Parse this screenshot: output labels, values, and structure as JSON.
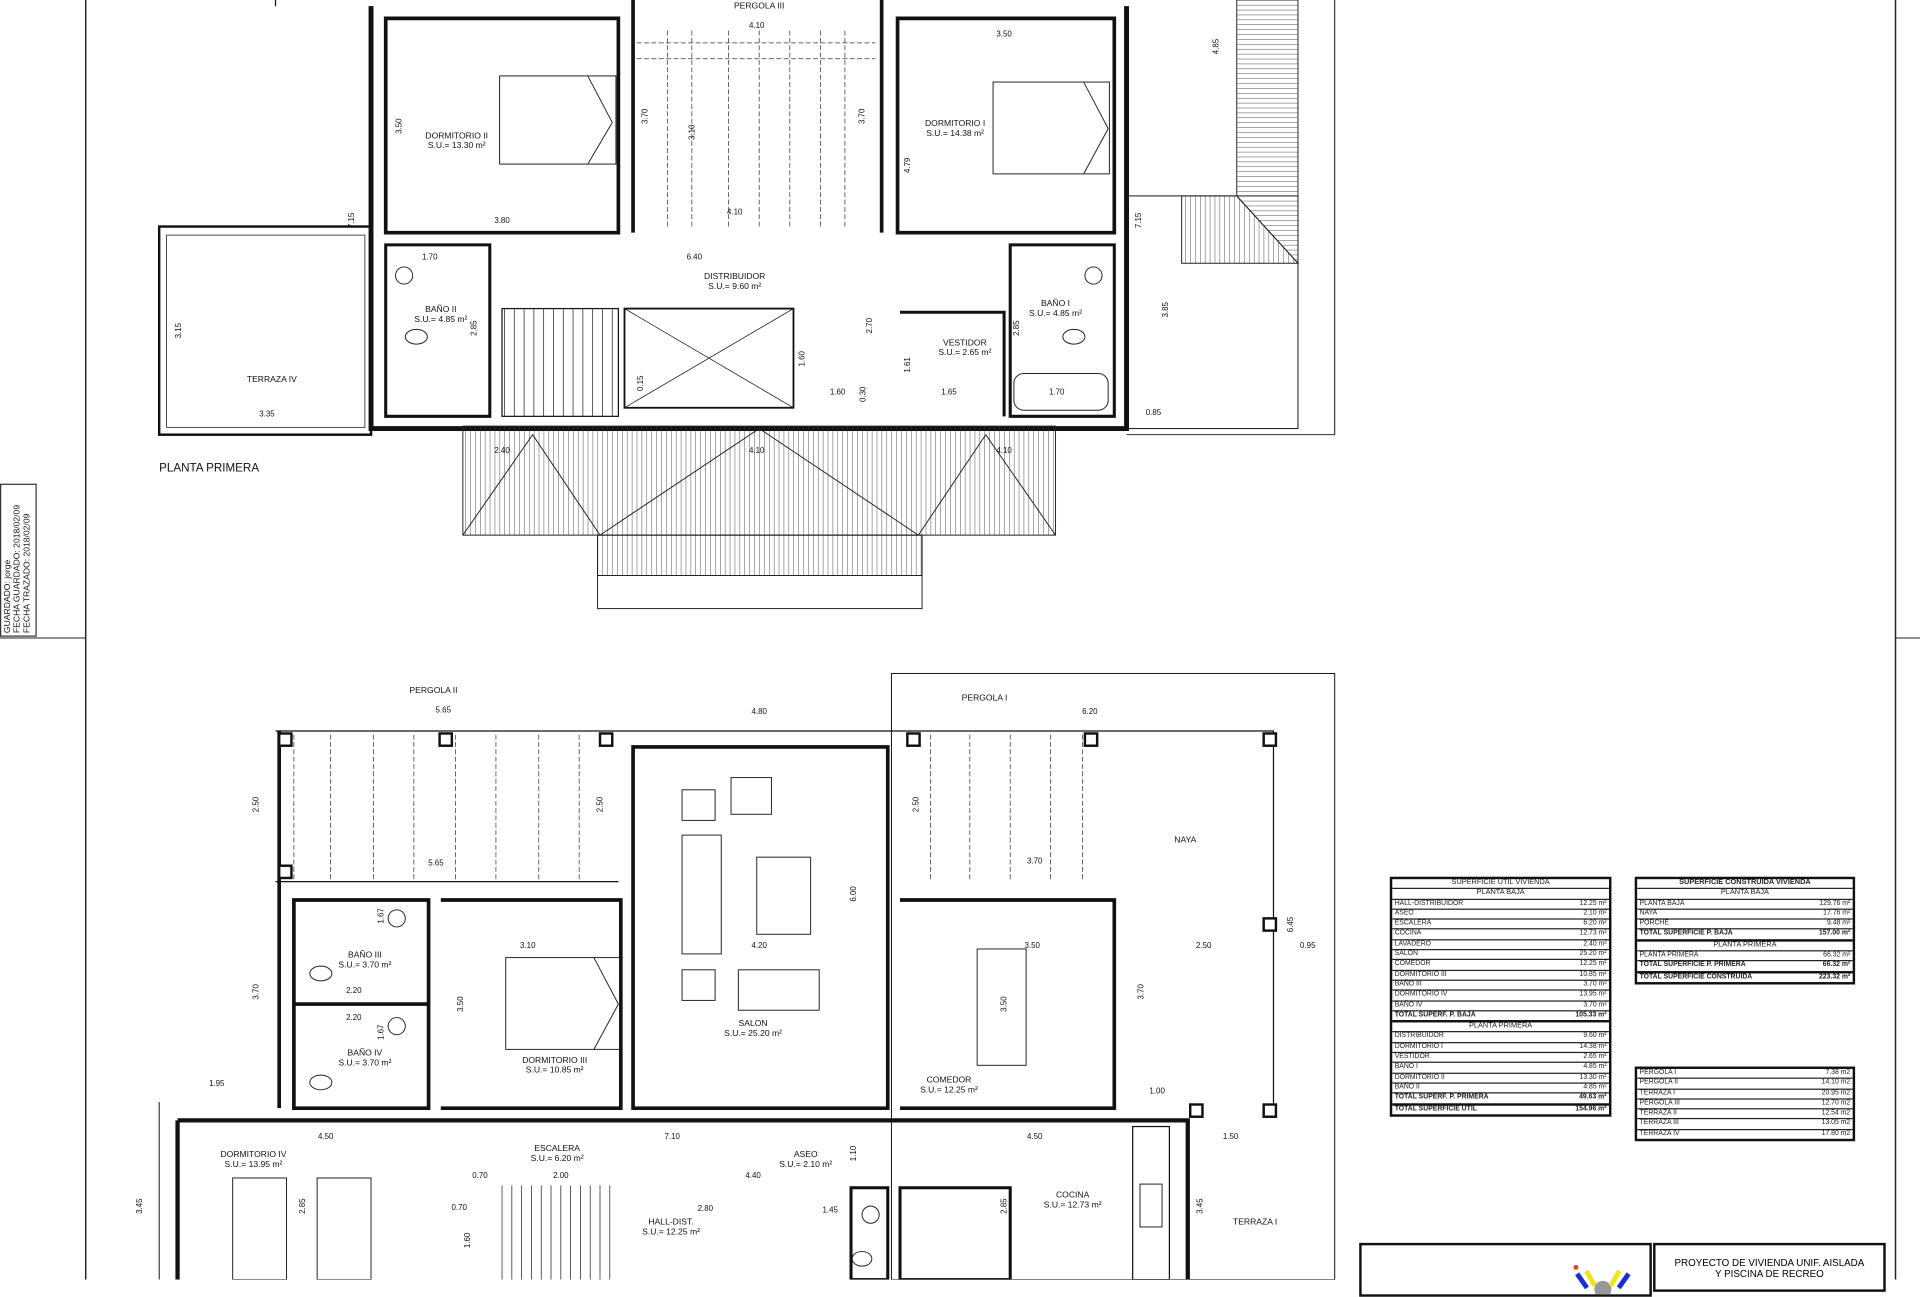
{
  "sheet_stamp": {
    "lines": [
      "GUARDADO:",
      "FECHA GUARDADO:  2018/02/09",
      "FECHA TRAZADO:  2018/02/09"
    ],
    "user": "jorge"
  },
  "upper_plan": {
    "title": "PLANTA PRIMERA",
    "rooms": [
      {
        "name": "PERGOLA III",
        "area": ""
      },
      {
        "name": "DORMITORIO II",
        "area": "S.U.=  13.30  m²"
      },
      {
        "name": "DORMITORIO I",
        "area": "S.U.=  14.38  m²"
      },
      {
        "name": "DISTRIBUIDOR",
        "area": "S.U.=  9.60  m²"
      },
      {
        "name": "BAÑO II",
        "area": "S.U.=  4.85  m²"
      },
      {
        "name": "BAÑO I",
        "area": "S.U.=  4.85  m²"
      },
      {
        "name": "VESTIDOR",
        "area": "S.U.=  2.65  m²"
      },
      {
        "name": "TERRAZA IV",
        "area": ""
      }
    ],
    "dimensions": [
      "4.10",
      "3.50",
      "3.70",
      "3.10",
      "3.70",
      "3.50",
      "4.79",
      "4.10",
      "3.80",
      "1.70",
      "6.40",
      "7.15",
      "2.85",
      "2.70",
      "1.60",
      "1.61",
      "2.85",
      "1.60",
      "1.65",
      "1.70",
      "0.15",
      "0.30",
      "3.15",
      "3.35",
      "7.15",
      "3.85",
      "0.85",
      "4.85",
      "2.40",
      "4.10",
      "4.10"
    ]
  },
  "lower_plan": {
    "rooms": [
      {
        "name": "PERGOLA II",
        "area": ""
      },
      {
        "name": "PERGOLA I",
        "area": ""
      },
      {
        "name": "NAYA",
        "area": ""
      },
      {
        "name": "SALON",
        "area": "S.U.=  25.20  m²"
      },
      {
        "name": "BAÑO III",
        "area": "S.U.=  3.70  m²"
      },
      {
        "name": "BAÑO IV",
        "area": "S.U.=  3.70  m²"
      },
      {
        "name": "DORMITORIO III",
        "area": "S.U.=  10.85  m²"
      },
      {
        "name": "COMEDOR",
        "area": "S.U.=  12.25  m²"
      },
      {
        "name": "DORMITORIO IV",
        "area": "S.U.=  13.95  m²"
      },
      {
        "name": "ESCALERA",
        "area": "S.U.=  6.20  m²"
      },
      {
        "name": "ASEO",
        "area": "S.U.=  2.10  m²"
      },
      {
        "name": "HALL-DIST.",
        "area": "S.U.=  12.25  m²"
      },
      {
        "name": "COCINA",
        "area": "S.U.=  12.73  m²"
      },
      {
        "name": "TERRAZA I",
        "area": ""
      }
    ],
    "dimensions": [
      "5.65",
      "4.80",
      "6.20",
      "2.50",
      "2.50",
      "2.50",
      "5.65",
      "3.70",
      "6.00",
      "4.20",
      "3.10",
      "3.50",
      "2.50",
      "6.45",
      "0.95",
      "3.70",
      "3.50",
      "3.50",
      "3.70",
      "1.95",
      "4.50",
      "7.10",
      "4.50",
      "1.50",
      "1.00",
      "0.70",
      "2.00",
      "4.40",
      "2.80",
      "1.45",
      "1.10",
      "3.45",
      "2.85",
      "2.85",
      "3.45",
      "0.70",
      "1.60",
      "2.20",
      "2.20",
      "1.67",
      "1.67"
    ]
  },
  "superficie_util": {
    "title": "SUPERFICIE UTIL VIVIENDA",
    "planta_baja": {
      "heading": "PLANTA BAJA",
      "rows": [
        [
          "HALL-DISTRIBUIDOR",
          "12.25 m²"
        ],
        [
          "ASEO",
          "2.10 m²"
        ],
        [
          "ESCALERA",
          "6.20 m²"
        ],
        [
          "COCINA",
          "12.73 m²"
        ],
        [
          "LAVADERO",
          "2.40 m²"
        ],
        [
          "SALON",
          "25.20 m²"
        ],
        [
          "COMEDOR",
          "12.25 m²"
        ],
        [
          "DORMITORIO III",
          "10.85 m²"
        ],
        [
          "BAÑO III",
          "3.70 m²"
        ],
        [
          "DORMITORIO IV",
          "13.95 m²"
        ],
        [
          "BAÑO IV",
          "3.70 m²"
        ]
      ],
      "total": [
        "TOTAL SUPERF. P. BAJA",
        "105.33 m²"
      ]
    },
    "planta_primera": {
      "heading": "PLANTA PRIMERA",
      "rows": [
        [
          "DISTRIBUIDOR",
          "9.60 m²"
        ],
        [
          "DORMITORIO I",
          "14.38 m²"
        ],
        [
          "VESTIDOR",
          "2.65 m²"
        ],
        [
          "BAÑO I",
          "4.85 m²"
        ],
        [
          "DORMITORIO II",
          "13.30 m²"
        ],
        [
          "BAÑO II",
          "4.85 m²"
        ]
      ],
      "total": [
        "TOTAL SUPERF. P. PRIMERA",
        "49.63 m²"
      ]
    },
    "grand_total": [
      "TOTAL SUPERFICIE UTIL",
      "154.96 m²"
    ]
  },
  "superficie_construida": {
    "title": "SUPERFICIE CONSTRUIDA VIVIENDA",
    "planta_baja": {
      "heading": "PLANTA BAJA",
      "rows": [
        [
          "PLANTA BAJA",
          "129.76 m²"
        ],
        [
          "NAYA",
          "17.76 m²"
        ],
        [
          "PORCHE",
          "9.48 m²"
        ]
      ],
      "total": [
        "TOTAL SUPERFICIE P. BAJA",
        "157.00 m²"
      ]
    },
    "planta_primera": {
      "heading": "PLANTA PRIMERA",
      "rows": [
        [
          "PLANTA PRIMERA",
          "66.32 m²"
        ]
      ],
      "total": [
        "TOTAL SUPERFICIE P. PRIMERA",
        "66.32 m²"
      ]
    },
    "grand_total": [
      "TOTAL SUPERFICIE CONSTRUIDA",
      "223.32 m²"
    ]
  },
  "exterior_areas": [
    [
      "PERGOLA I",
      "7.38 m2"
    ],
    [
      "PERGOLA II",
      "14.10 m2"
    ],
    [
      "TERRAZA I",
      "20.95 m2"
    ],
    [
      "PERGOLA III",
      "12.70 m2"
    ],
    [
      "TERRAZA II",
      "12.54 m2"
    ],
    [
      "TERRAZA III",
      "13.05 m2"
    ],
    [
      "TERRAZA IV",
      "17.80 m2"
    ]
  ],
  "title_block": {
    "line1": "PROYECTO DE VIVIENDA UNIF. AISLADA",
    "line2": "Y PISCINA DE RECREO"
  },
  "logo": {
    "colors": [
      "#1a2fd1",
      "#f2e21a",
      "#e0451b",
      "#999999"
    ]
  }
}
